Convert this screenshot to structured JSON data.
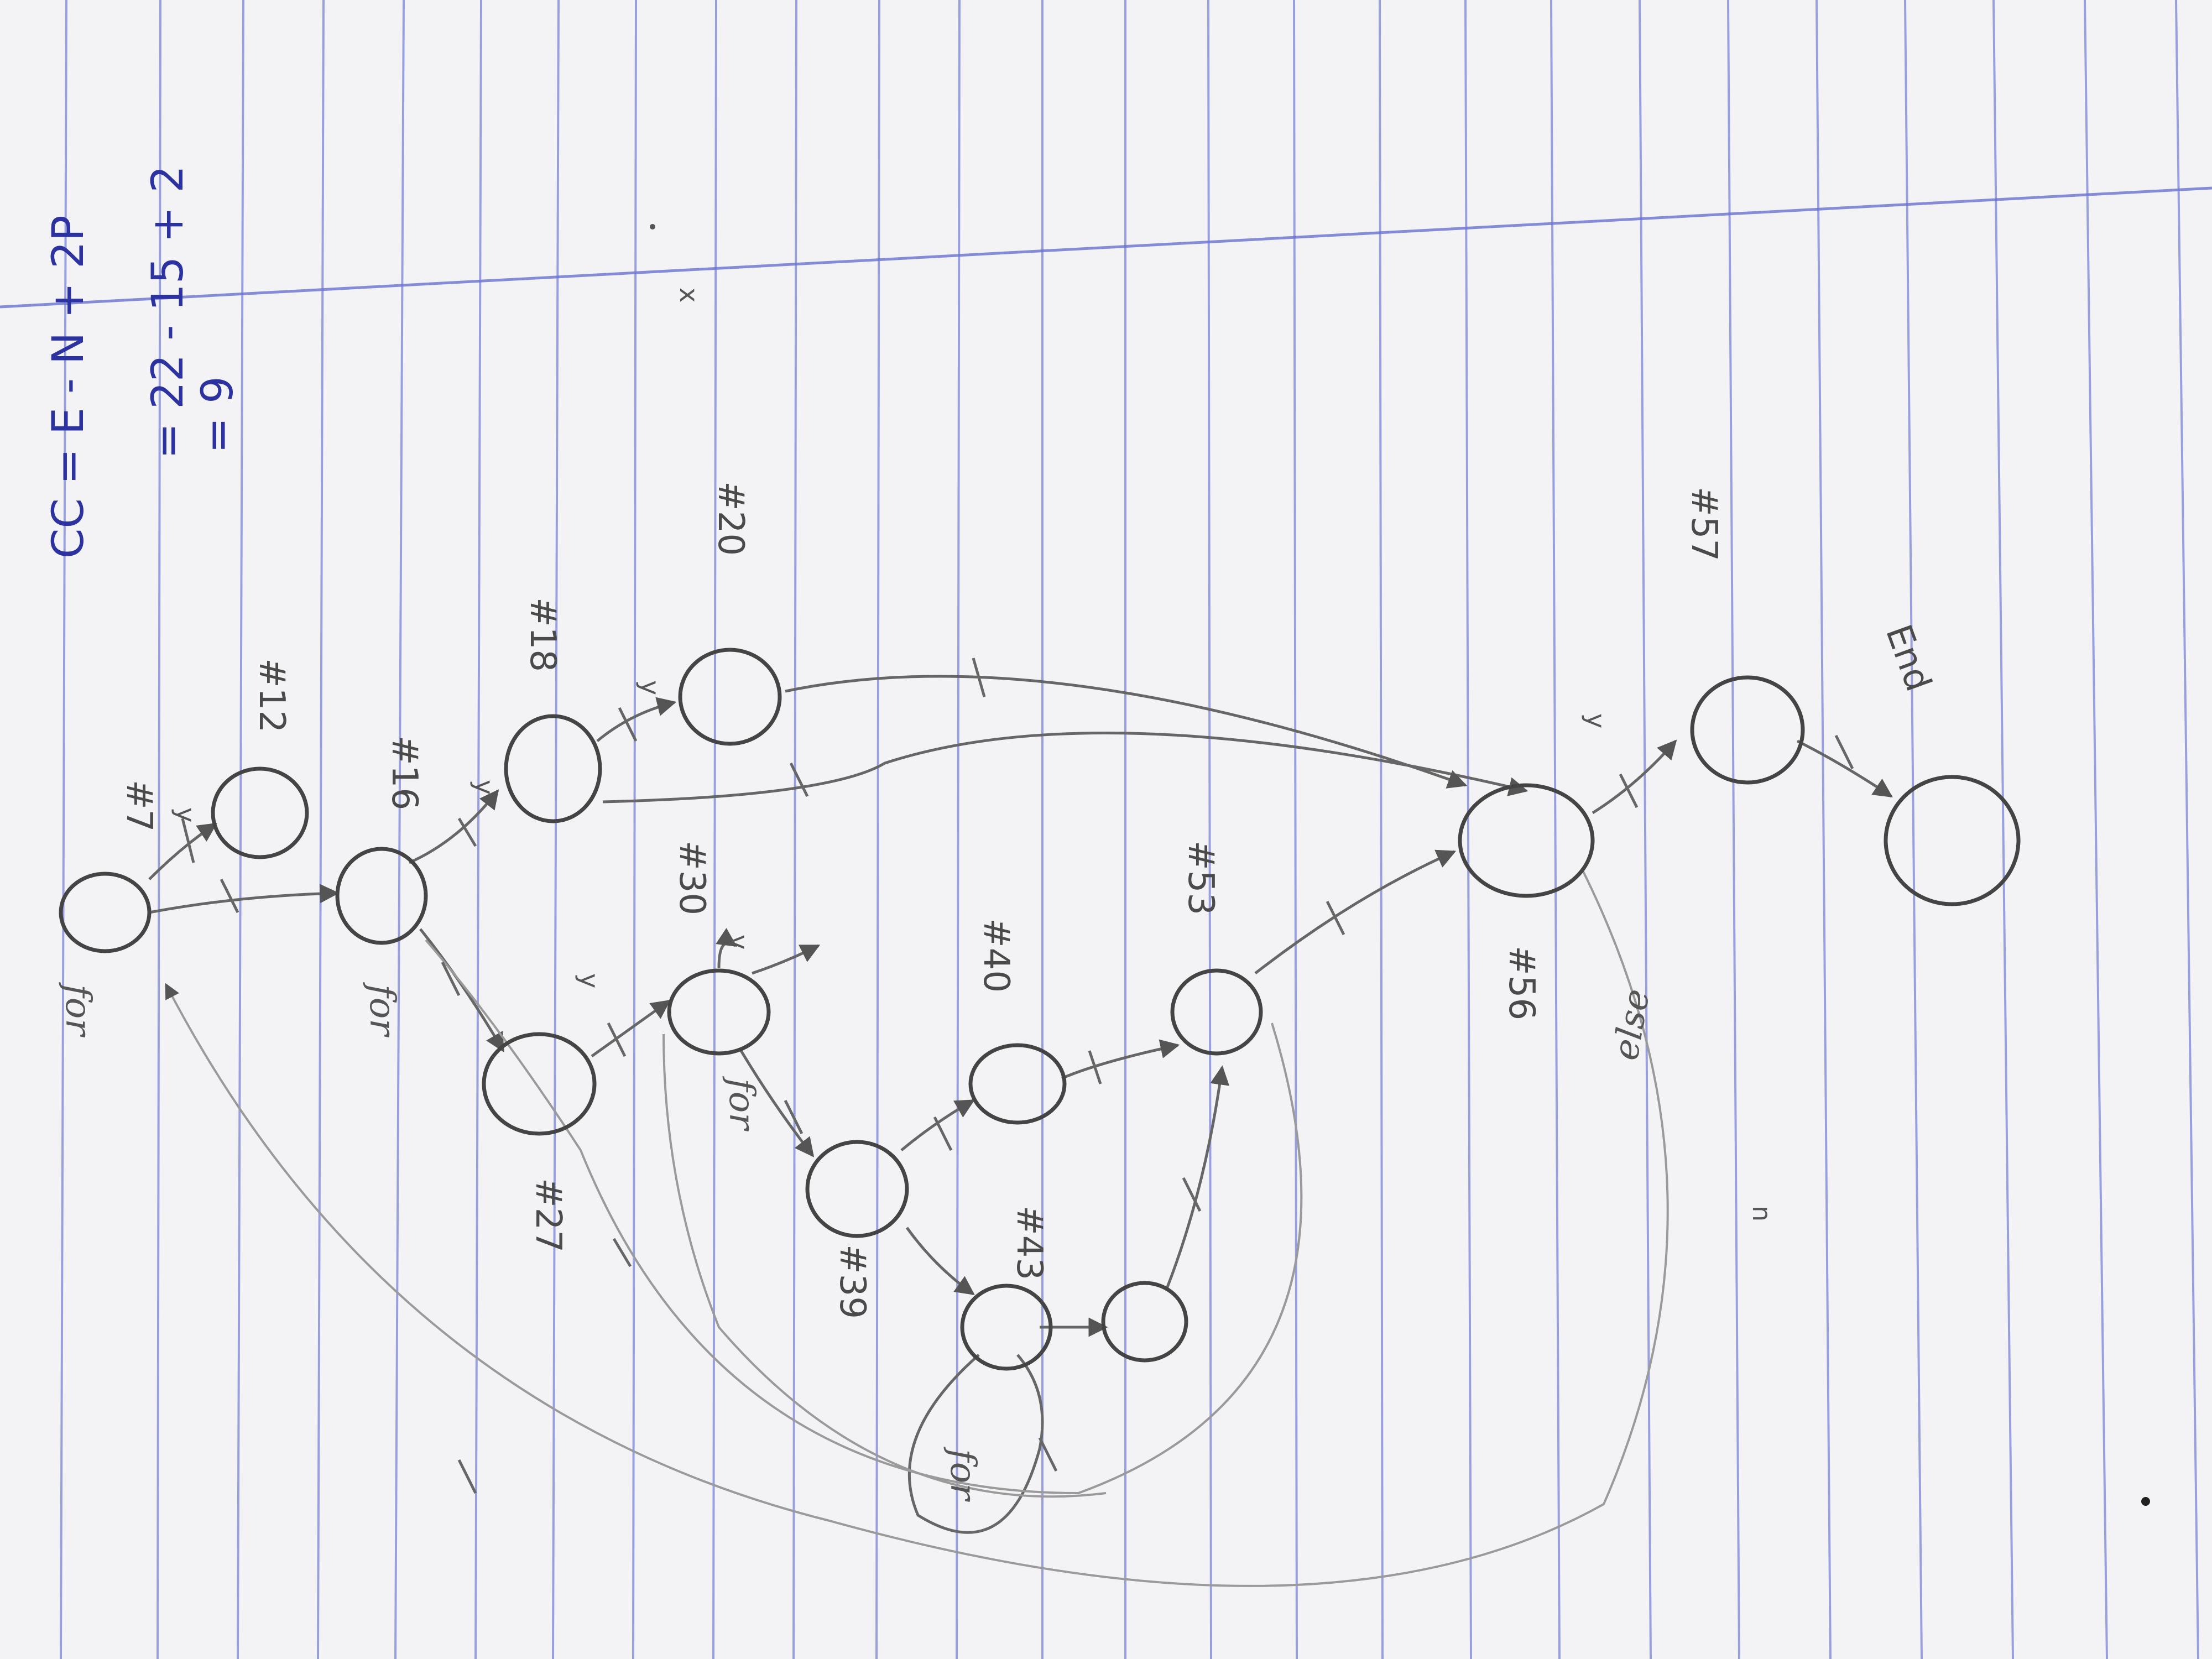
{
  "formula": {
    "line1": "CC = E - N + 2P",
    "line2": "= 22 - 15 + 2",
    "line3": "= 9"
  },
  "nodes": [
    {
      "id": "n7",
      "label": "#7",
      "keyword": "for"
    },
    {
      "id": "n12",
      "label": "#12",
      "keyword": ""
    },
    {
      "id": "n16",
      "label": "#16",
      "keyword": ""
    },
    {
      "id": "n18",
      "label": "#18",
      "keyword": ""
    },
    {
      "id": "n20",
      "label": "#20",
      "keyword": ""
    },
    {
      "id": "n27",
      "label": "#27",
      "keyword": "for"
    },
    {
      "id": "n30",
      "label": "#30",
      "keyword": ""
    },
    {
      "id": "n39",
      "label": "#39",
      "keyword": "for"
    },
    {
      "id": "n40",
      "label": "#40",
      "keyword": ""
    },
    {
      "id": "n43",
      "label": "#43",
      "keyword": "for"
    },
    {
      "id": "n53",
      "label": "#53",
      "keyword": ""
    },
    {
      "id": "n56",
      "label": "#56",
      "keyword": ""
    },
    {
      "id": "n57",
      "label": "#57",
      "keyword": ""
    },
    {
      "id": "nEnd",
      "label": "End",
      "keyword": ""
    }
  ],
  "edge_labels": {
    "y1": "y",
    "y2": "y",
    "y3": "y",
    "y4": "y",
    "y5": "y",
    "y6": "y",
    "x_mark": "x",
    "else_label": "else",
    "n_label": "n"
  },
  "colors": {
    "paper": "#f3f3f6",
    "rule_line": "#7a84d8",
    "pencil": "#4a4a4a",
    "ink": "#2c33a0"
  }
}
